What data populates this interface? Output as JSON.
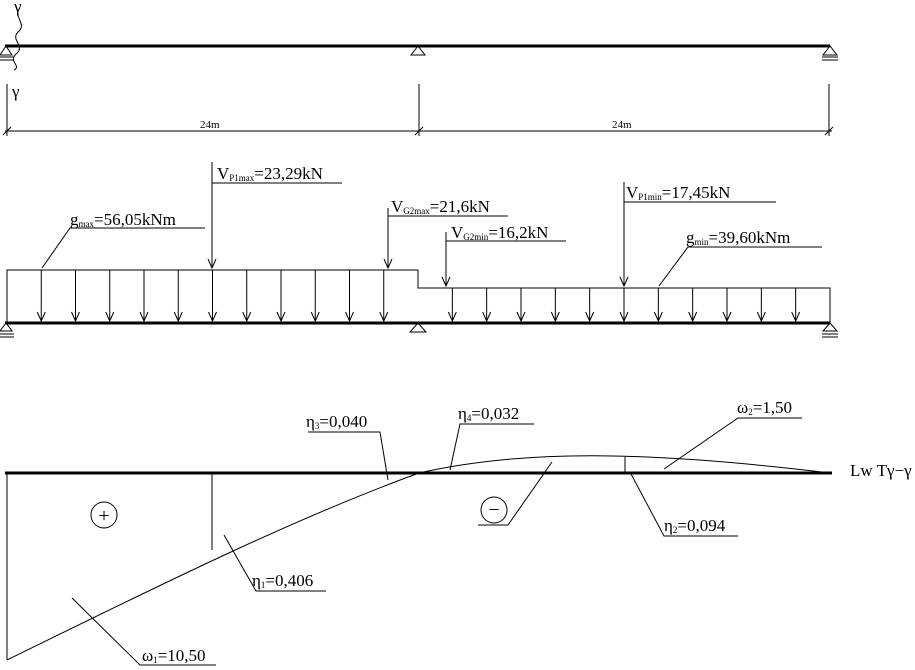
{
  "section": {
    "top_symbol": "γ",
    "bottom_symbol": "γ"
  },
  "spans": [
    {
      "label": "24m"
    },
    {
      "label": "24m"
    }
  ],
  "loads": {
    "g_max": {
      "main": "g",
      "sub": "max",
      "value": "=56,05kNm"
    },
    "g_min": {
      "main": "g",
      "sub": "min",
      "value": "=39,60kNm"
    },
    "v_p1max": {
      "main": "V",
      "sub": "P1max",
      "value": "=23,29kN"
    },
    "v_g2max": {
      "main": "V",
      "sub": "G2max",
      "value": "=21,6kN"
    },
    "v_g2min": {
      "main": "V",
      "sub": "G2min",
      "value": "=16,2kN"
    },
    "v_p1min": {
      "main": "V",
      "sub": "P1min",
      "value": "=17,45kN"
    }
  },
  "influence_line": {
    "title": "Lw Tγ−γ",
    "plus_sign": "+",
    "minus_sign": "−",
    "eta1": {
      "main": "η",
      "sub": "1",
      "value": "=0,406"
    },
    "eta2": {
      "main": "η",
      "sub": "2",
      "value": "=0,094"
    },
    "eta3": {
      "main": "η",
      "sub": "3",
      "value": "=0,040"
    },
    "eta4": {
      "main": "η",
      "sub": "4",
      "value": "=0,032"
    },
    "omega1": {
      "main": "ω",
      "sub": "1",
      "value": "=10,50"
    },
    "omega2": {
      "main": "ω",
      "sub": "2",
      "value": "=1,50"
    }
  }
}
